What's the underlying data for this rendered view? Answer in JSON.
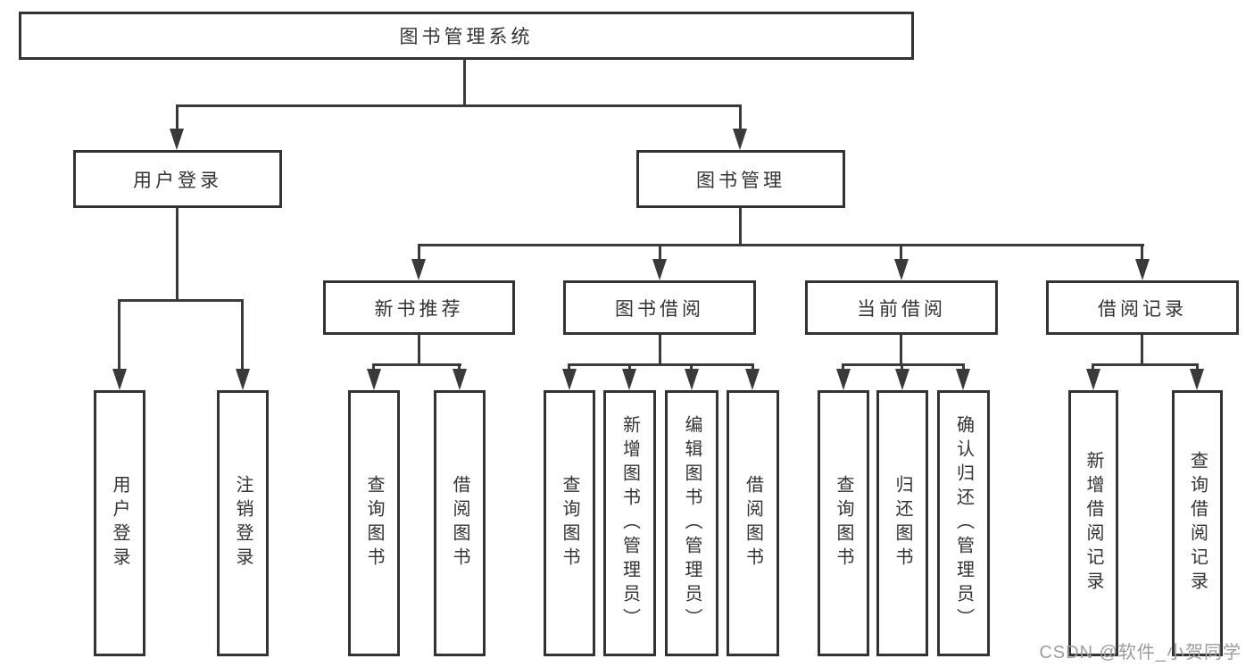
{
  "diagram_title": "图书管理系统",
  "tree": {
    "label": "图书管理系统",
    "children": [
      {
        "label": "用户登录",
        "children": [
          {
            "label": "用户登录"
          },
          {
            "label": "注销登录"
          }
        ]
      },
      {
        "label": "图书管理",
        "children": [
          {
            "label": "新书推荐",
            "children": [
              {
                "label": "查询图书"
              },
              {
                "label": "借阅图书"
              }
            ]
          },
          {
            "label": "图书借阅",
            "children": [
              {
                "label": "查询图书"
              },
              {
                "label": "新增图书（管理员）"
              },
              {
                "label": "编辑图书（管理员）"
              },
              {
                "label": "借阅图书"
              }
            ]
          },
          {
            "label": "当前借阅",
            "children": [
              {
                "label": "查询图书"
              },
              {
                "label": "归还图书"
              },
              {
                "label": "确认归还（管理员）"
              }
            ]
          },
          {
            "label": "借阅记录",
            "children": [
              {
                "label": "新增借阅记录"
              },
              {
                "label": "查询借阅记录"
              }
            ]
          }
        ]
      }
    ]
  },
  "watermark": {
    "text": "CSDN @软件_小贺同学"
  },
  "colors": {
    "background": "#ffffff",
    "box_fill": "#ffffff",
    "box_border": "#333333",
    "line": "#3a3a3a",
    "text": "#333333",
    "watermark": "#9c9c9c"
  }
}
